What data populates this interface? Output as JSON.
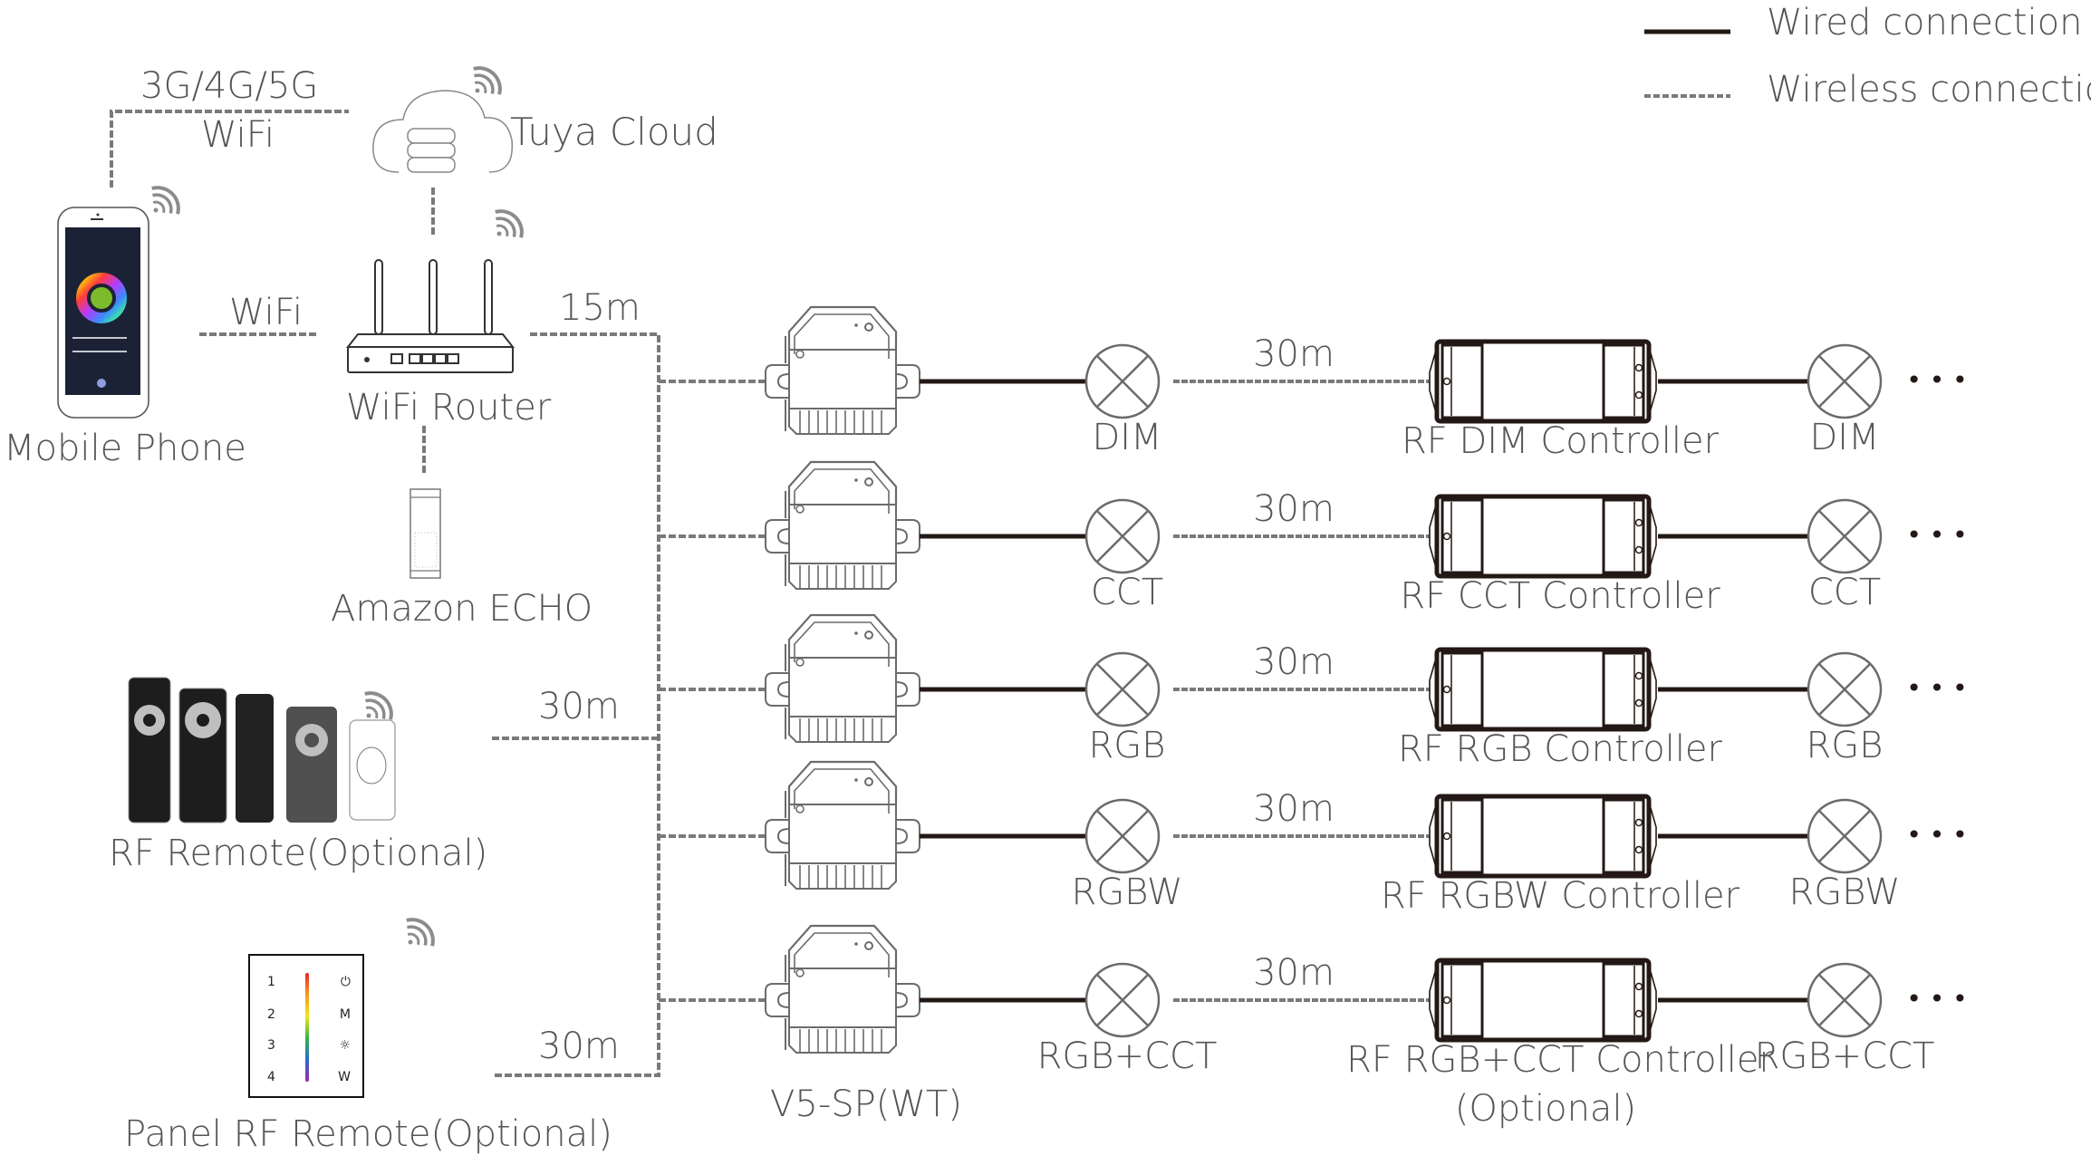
{
  "legend": {
    "wired_label": "Wired connection",
    "wireless_label": "Wireless connection"
  },
  "top": {
    "cellular_label": "3G/4G/5G",
    "cellular_wifi_label": "WiFi",
    "cloud_label": "Tuya Cloud",
    "phone_label": "Mobile Phone",
    "phone_router_link_label": "WiFi",
    "router_label": "WiFi Router",
    "router_trunk_distance": "15m",
    "echo_label": "Amazon  ECHO"
  },
  "remotes": {
    "rf_remote_label": "RF Remote(Optional)",
    "rf_remote_distance": "30m",
    "panel_label": "Panel RF Remote(Optional)",
    "panel_distance": "30m",
    "panel_keys_left": [
      "1",
      "2",
      "3",
      "4"
    ],
    "panel_keys_right": [
      "⏻",
      "M",
      "☼",
      "W"
    ]
  },
  "receiver_label": "V5-SP(WT)",
  "rows": [
    {
      "lamp1": "DIM",
      "distance": "30m",
      "controller": "RF DIM Controller",
      "lamp2": "DIM",
      "more": "• • •"
    },
    {
      "lamp1": "CCT",
      "distance": "30m",
      "controller": "RF CCT Controller",
      "lamp2": "CCT",
      "more": "• • •"
    },
    {
      "lamp1": "RGB",
      "distance": "30m",
      "controller": "RF RGB Controller",
      "lamp2": "RGB",
      "more": "• • •"
    },
    {
      "lamp1": "RGBW",
      "distance": "30m",
      "controller": "RF RGBW Controller",
      "lamp2": "RGBW",
      "more": "• • •"
    },
    {
      "lamp1": "RGB+CCT",
      "distance": "30m",
      "controller": "RF RGB+CCT Controller",
      "controller_note": "(Optional)",
      "lamp2": "RGB+CCT",
      "more": "• • •"
    }
  ],
  "colors": {
    "wired": "#231815",
    "wireless": "#7a7a7a",
    "text": "#555555",
    "device_stroke": "#6b6b6b",
    "signal": "#8c8c8c"
  }
}
